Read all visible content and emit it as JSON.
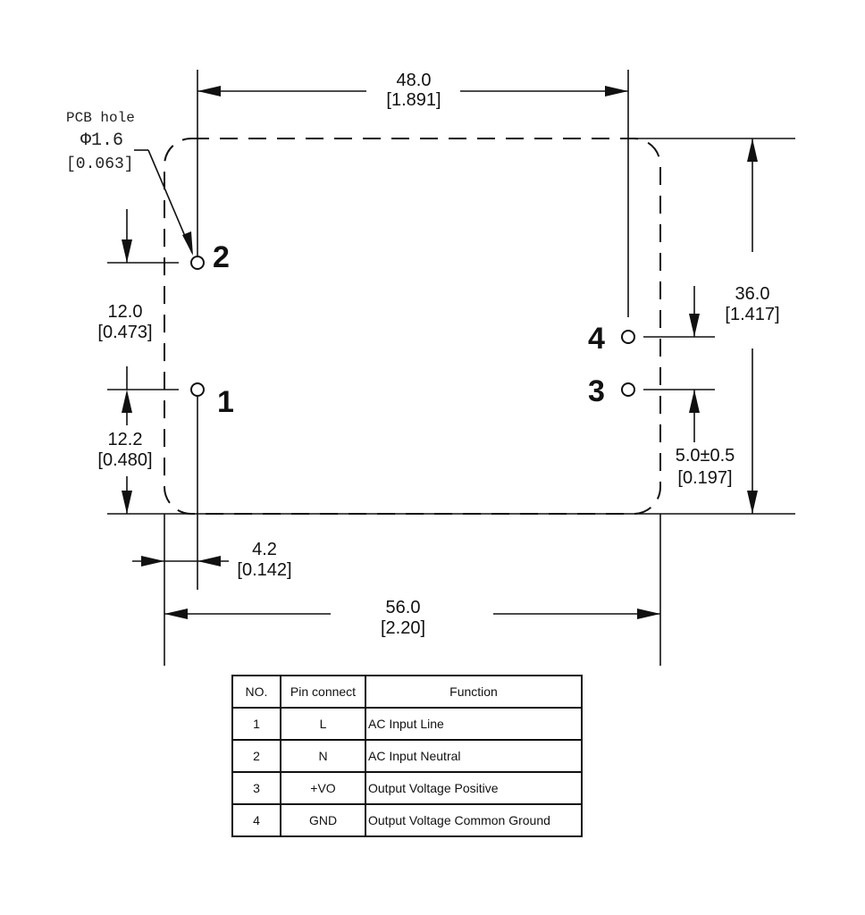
{
  "dimensions": {
    "top_width": {
      "mm": "48.0",
      "in": "[1.891]"
    },
    "bottom_width": {
      "mm": "56.0",
      "in": "[2.20]"
    },
    "height": {
      "mm": "36.0",
      "in": "[1.417]"
    },
    "pin2_to_pin1": {
      "mm": "12.0",
      "in": "[0.473]"
    },
    "pin1_to_bottom": {
      "mm": "12.2",
      "in": "[0.480]"
    },
    "left_offset": {
      "mm": "4.2",
      "in": "[0.142]"
    },
    "right_offset": {
      "mm": "5.0±0.5",
      "in": "[0.197]"
    }
  },
  "pcb_hole": {
    "title": "PCB hole",
    "diameter": "Φ1.6",
    "inch": "[0.063]"
  },
  "pins": {
    "p1": "1",
    "p2": "2",
    "p3": "3",
    "p4": "4"
  },
  "table": {
    "headers": [
      "NO.",
      "Pin connect",
      "Function"
    ],
    "rows": [
      {
        "no": "1",
        "pin": "L",
        "function": "AC Input Line"
      },
      {
        "no": "2",
        "pin": "N",
        "function": "AC Input Neutral"
      },
      {
        "no": "3",
        "pin": "+VO",
        "function": "Output Voltage  Positive"
      },
      {
        "no": "4",
        "pin": "GND",
        "function": "Output Voltage Common Ground"
      }
    ]
  }
}
